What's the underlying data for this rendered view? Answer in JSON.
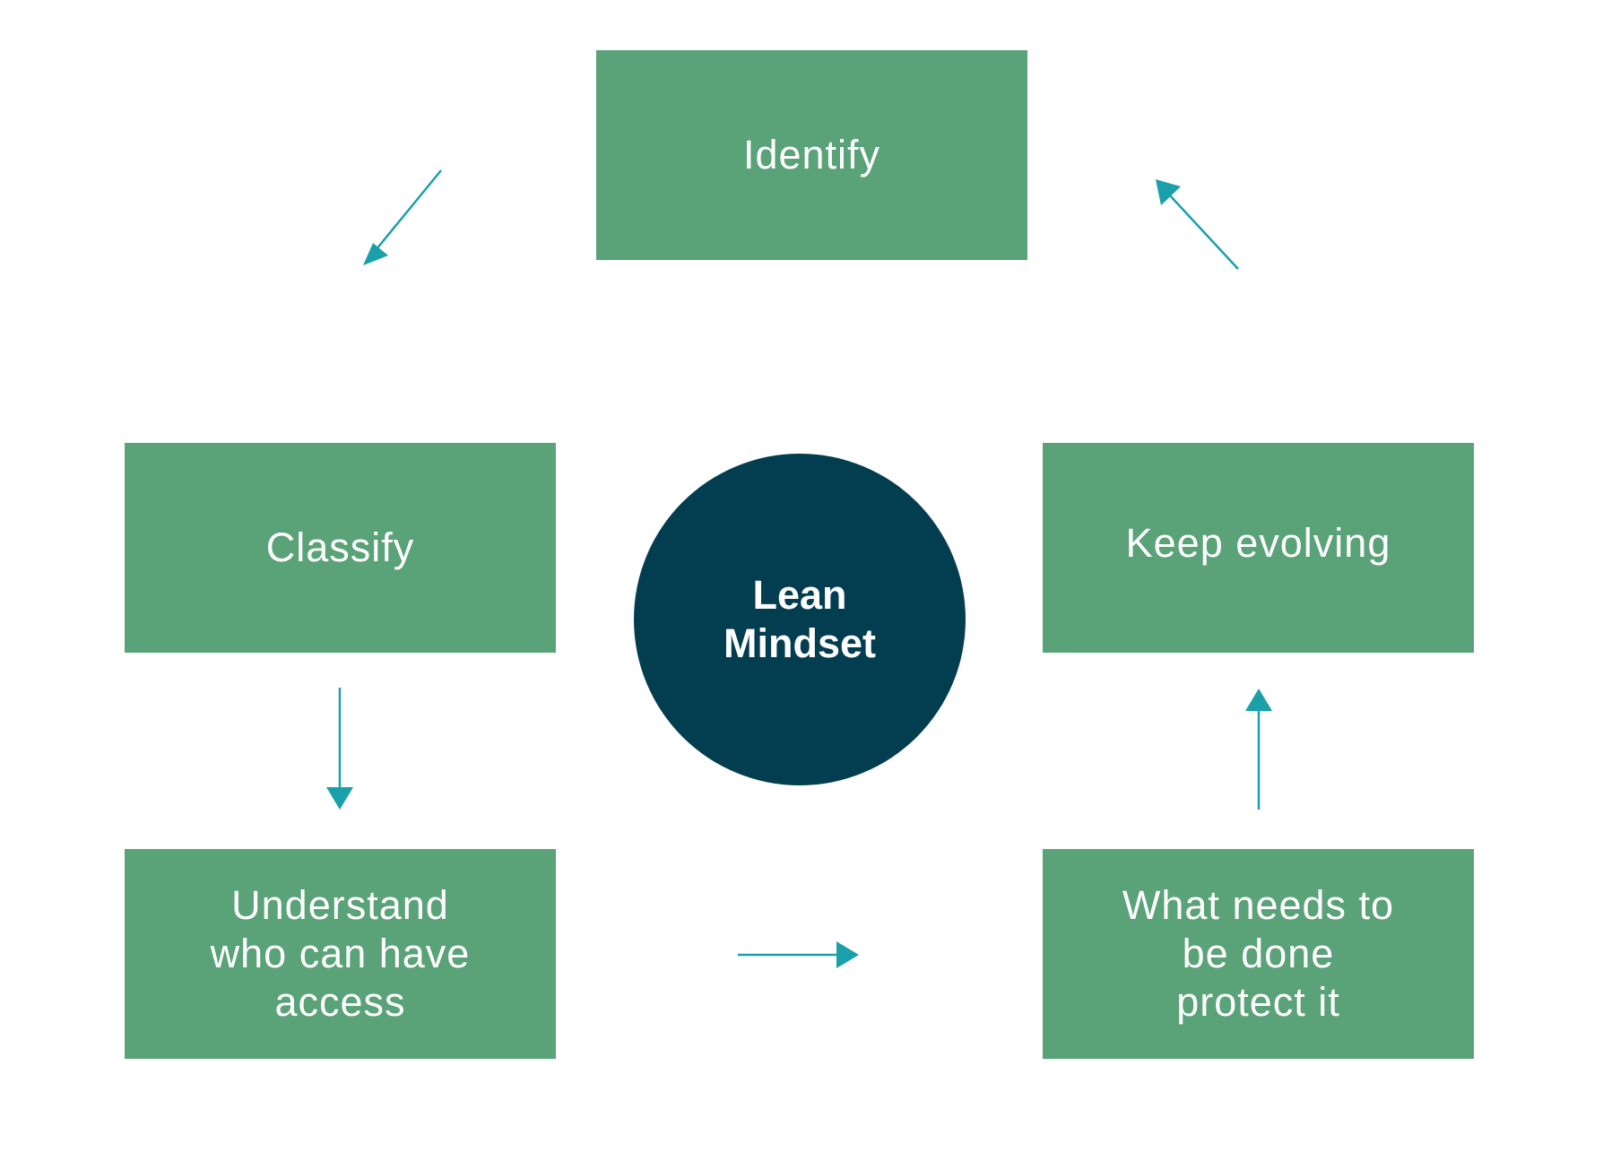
{
  "colors": {
    "box_fill": "#5aa277",
    "circle_fill": "#023d50",
    "arrow": "#1aa0aa",
    "text": "#ffffff"
  },
  "steps": {
    "identify": "Identify",
    "classify": "Classify",
    "keep_evolving": "Keep evolving",
    "understand": "Understand\nwho can have\naccess",
    "protect": "What needs to\nbe done\nprotect it"
  },
  "center": {
    "label": "Lean\nMindset"
  },
  "flow": [
    {
      "from": "identify",
      "to": "classify"
    },
    {
      "from": "classify",
      "to": "understand"
    },
    {
      "from": "understand",
      "to": "protect"
    },
    {
      "from": "protect",
      "to": "keep_evolving"
    },
    {
      "from": "keep_evolving",
      "to": "identify"
    }
  ]
}
